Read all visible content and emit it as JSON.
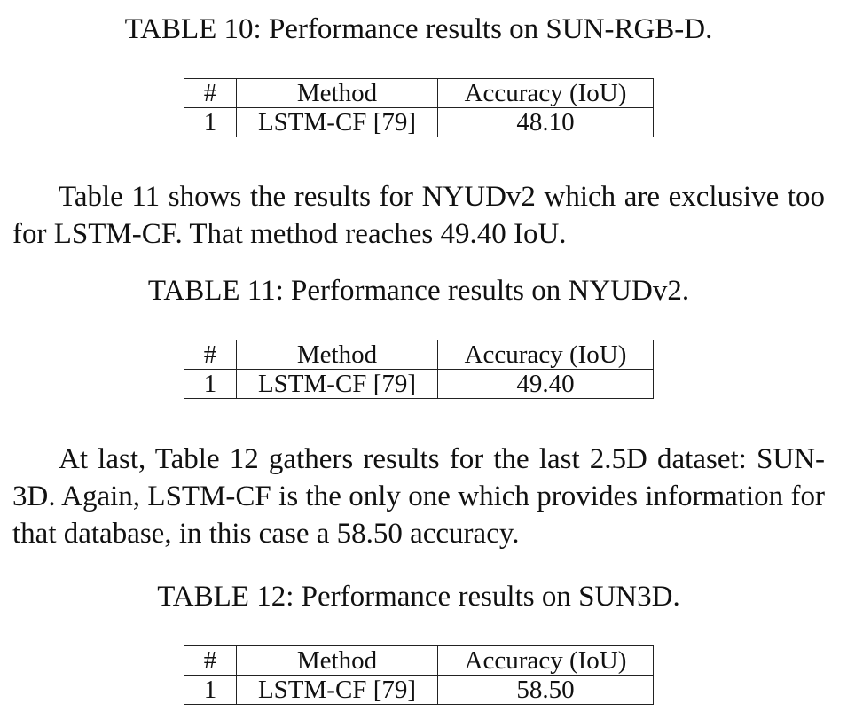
{
  "tables": [
    {
      "caption": "TABLE 10: Performance results on SUN-RGB-D.",
      "headers": [
        "#",
        "Method",
        "Accuracy (IoU)"
      ],
      "rows": [
        [
          "1",
          "LSTM-CF [79]",
          "48.10"
        ]
      ]
    },
    {
      "caption": "TABLE 11: Performance results on NYUDv2.",
      "headers": [
        "#",
        "Method",
        "Accuracy (IoU)"
      ],
      "rows": [
        [
          "1",
          "LSTM-CF [79]",
          "49.40"
        ]
      ]
    },
    {
      "caption": "TABLE 12: Performance results on SUN3D.",
      "headers": [
        "#",
        "Method",
        "Accuracy (IoU)"
      ],
      "rows": [
        [
          "1",
          "LSTM-CF [79]",
          "58.50"
        ]
      ]
    }
  ],
  "paragraphs": [
    "Table 11 shows the results for NYUDv2 which are exclusive too for LSTM-CF. That method reaches 49.40 IoU.",
    "At last, Table 12 gathers results for the last 2.5D dataset: SUN-3D. Again, LSTM-CF is the only one which provides information for that database, in this case a 58.50 accuracy."
  ]
}
